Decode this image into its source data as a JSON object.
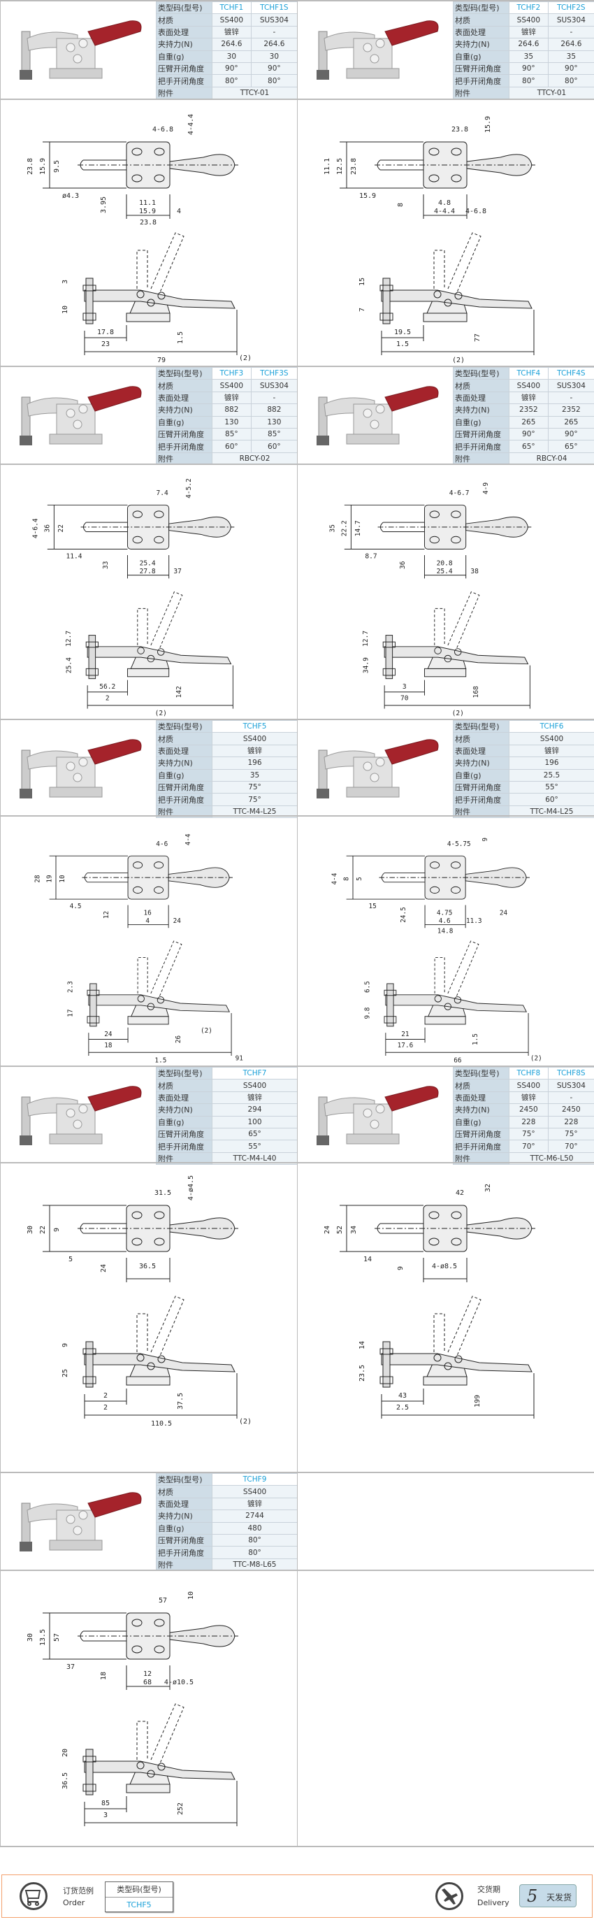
{
  "row_labels": [
    "类型码(型号)",
    "材质",
    "表面处理",
    "夹持力(N)",
    "自重(g)",
    "压臂开闭角度",
    "把手开闭角度",
    "附件"
  ],
  "panels": [
    {
      "models": [
        "TCHF1",
        "TCHF1S"
      ],
      "rows": [
        [
          "SS400",
          "SUS304"
        ],
        [
          "镀锌",
          "-"
        ],
        [
          "264.6",
          "264.6"
        ],
        [
          "30",
          "30"
        ],
        [
          "90°",
          "90°"
        ],
        [
          "80°",
          "80°"
        ]
      ],
      "attachment": "TTCY-01",
      "dims": {
        "top": [
          "4-6.8",
          "4-4.4",
          "23.8",
          "15.9",
          "9.5",
          "ø4.3",
          "3.95",
          "11.1",
          "15.9",
          "4",
          "23.8"
        ],
        "side": [
          "3",
          "10",
          "17.8",
          "23",
          "1.5",
          "79",
          "(2)"
        ]
      }
    },
    {
      "models": [
        "TCHF2",
        "TCHF2S"
      ],
      "rows": [
        [
          "SS400",
          "SUS304"
        ],
        [
          "镀锌",
          "-"
        ],
        [
          "264.6",
          "264.6"
        ],
        [
          "35",
          "35"
        ],
        [
          "90°",
          "90°"
        ],
        [
          "80°",
          "80°"
        ]
      ],
      "attachment": "TTCY-01",
      "dims": {
        "top": [
          "23.8",
          "15.9",
          "11.1",
          "12.5",
          "23.8",
          "15.9",
          "8",
          "4.8",
          "4-4.4",
          "4-6.8"
        ],
        "side": [
          "15",
          "7",
          "19.5",
          "1.5",
          "77",
          "(2)"
        ]
      }
    },
    {
      "models": [
        "TCHF3",
        "TCHF3S"
      ],
      "rows": [
        [
          "SS400",
          "SUS304"
        ],
        [
          "镀锌",
          "-"
        ],
        [
          "882",
          "882"
        ],
        [
          "130",
          "130"
        ],
        [
          "85°",
          "85°"
        ],
        [
          "60°",
          "60°"
        ]
      ],
      "attachment": "RBCY-02",
      "dims": {
        "top": [
          "7.4",
          "4-5.2",
          "4-6.4",
          "36",
          "22",
          "11.4",
          "33",
          "25.4",
          "27.8",
          "37"
        ],
        "side": [
          "12.7",
          "25.4",
          "56.2",
          "2",
          "142",
          "(2)"
        ]
      }
    },
    {
      "models": [
        "TCHF4",
        "TCHF4S"
      ],
      "rows": [
        [
          "SS400",
          "SUS304"
        ],
        [
          "镀锌",
          "-"
        ],
        [
          "2352",
          "2352"
        ],
        [
          "265",
          "265"
        ],
        [
          "90°",
          "90°"
        ],
        [
          "65°",
          "65°"
        ]
      ],
      "attachment": "RBCY-04",
      "dims": {
        "top": [
          "4-6.7",
          "4-9",
          "35",
          "22.2",
          "14.7",
          "8.7",
          "36",
          "20.8",
          "25.4",
          "38"
        ],
        "side": [
          "12.7",
          "34.9",
          "3",
          "70",
          "168",
          "(2)"
        ]
      }
    },
    {
      "models": [
        "TCHF5"
      ],
      "rows": [
        [
          "SS400"
        ],
        [
          "镀锌"
        ],
        [
          "196"
        ],
        [
          "35"
        ],
        [
          "75°"
        ],
        [
          "75°"
        ]
      ],
      "attachment": "TTC-M4-L25",
      "dims": {
        "top": [
          "4-6",
          "4-4",
          "28",
          "19",
          "10",
          "4.5",
          "12",
          "16",
          "4",
          "24"
        ],
        "side": [
          "2.3",
          "17",
          "24",
          "18",
          "26",
          "1.5",
          "91",
          "(2)"
        ]
      }
    },
    {
      "models": [
        "TCHF6"
      ],
      "rows": [
        [
          "SS400"
        ],
        [
          "镀锌"
        ],
        [
          "196"
        ],
        [
          "25.5"
        ],
        [
          "55°"
        ],
        [
          "60°"
        ]
      ],
      "attachment": "TTC-M4-L25",
      "dims": {
        "top": [
          "4-5.75",
          "9",
          "4-4",
          "8",
          "5",
          "15",
          "24.5",
          "4.75",
          "4.6",
          "11.3",
          "14.8",
          "24"
        ],
        "side": [
          "6.5",
          "9.8",
          "21",
          "17.6",
          "1.5",
          "66",
          "(2)"
        ]
      }
    },
    {
      "models": [
        "TCHF7"
      ],
      "rows": [
        [
          "SS400"
        ],
        [
          "镀锌"
        ],
        [
          "294"
        ],
        [
          "100"
        ],
        [
          "65°"
        ],
        [
          "55°"
        ]
      ],
      "attachment": "TTC-M4-L40",
      "dims": {
        "top": [
          "31.5",
          "4-ø4.5",
          "30",
          "22",
          "9",
          "5",
          "24",
          "36.5"
        ],
        "side": [
          "9",
          "25",
          "2",
          "2",
          "37.5",
          "110.5",
          "(2)"
        ]
      }
    },
    {
      "models": [
        "TCHF8",
        "TCHF8S"
      ],
      "rows": [
        [
          "SS400",
          "SUS304"
        ],
        [
          "镀锌",
          "-"
        ],
        [
          "2450",
          "2450"
        ],
        [
          "228",
          "228"
        ],
        [
          "75°",
          "75°"
        ],
        [
          "70°",
          "70°"
        ]
      ],
      "attachment": "TTC-M6-L50",
      "dims": {
        "top": [
          "42",
          "32",
          "24",
          "52",
          "34",
          "14",
          "9",
          "4-ø8.5"
        ],
        "side": [
          "14",
          "23.5",
          "43",
          "2.5",
          "199"
        ]
      }
    },
    {
      "models": [
        "TCHF9"
      ],
      "rows": [
        [
          "SS400"
        ],
        [
          "镀锌"
        ],
        [
          "2744"
        ],
        [
          "480"
        ],
        [
          "80°"
        ],
        [
          "80°"
        ]
      ],
      "attachment": "TTC-M8-L65",
      "dims": {
        "top": [
          "57",
          "10",
          "30",
          "13.5",
          "57",
          "37",
          "18",
          "12",
          "68",
          "4-ø10.5"
        ],
        "side": [
          "20",
          "36.5",
          "85",
          "3",
          "252"
        ]
      }
    }
  ],
  "footer": {
    "order_cn": "订货范例",
    "order_en": "Order",
    "example_header": "类型码(型号)",
    "example_value": "TCHF5",
    "delivery_cn": "交货期",
    "delivery_en": "Delivery",
    "days": "5",
    "days_suffix": "天发货"
  },
  "colors": {
    "accent": "#1aa0d8",
    "handle": "#a5232b",
    "footer_border": "#f3a06c"
  }
}
